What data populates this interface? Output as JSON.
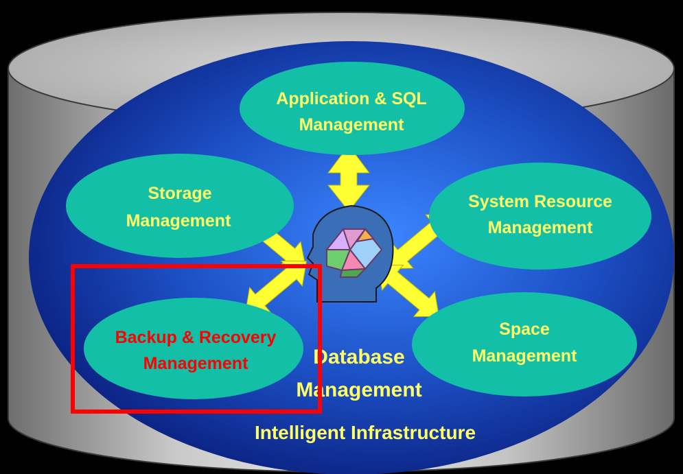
{
  "diagram": {
    "center_label_line1": "Database",
    "center_label_line2": "Management",
    "base_label": "Intelligent Infrastructure",
    "nodes": {
      "application_sql": {
        "line1": "Application & SQL",
        "line2": "Management"
      },
      "storage": {
        "line1": "Storage",
        "line2": "Management"
      },
      "system_resource": {
        "line1": "System Resource",
        "line2": "Management"
      },
      "backup_recovery": {
        "line1": "Backup & Recovery",
        "line2": "Management"
      },
      "space": {
        "line1": "Space",
        "line2": "Management"
      }
    },
    "highlighted_node": "backup_recovery"
  },
  "colors": {
    "background": "#000000",
    "cylinder": "#b4b4b4",
    "oval_center": "#2a73f0",
    "oval_edge": "#0a1c7a",
    "node_fill": "#13bfa6",
    "node_text": "#0a1e8c",
    "label_yellow": "#ffff66",
    "arrow": "#ffff33",
    "highlight": "#ff0000"
  }
}
